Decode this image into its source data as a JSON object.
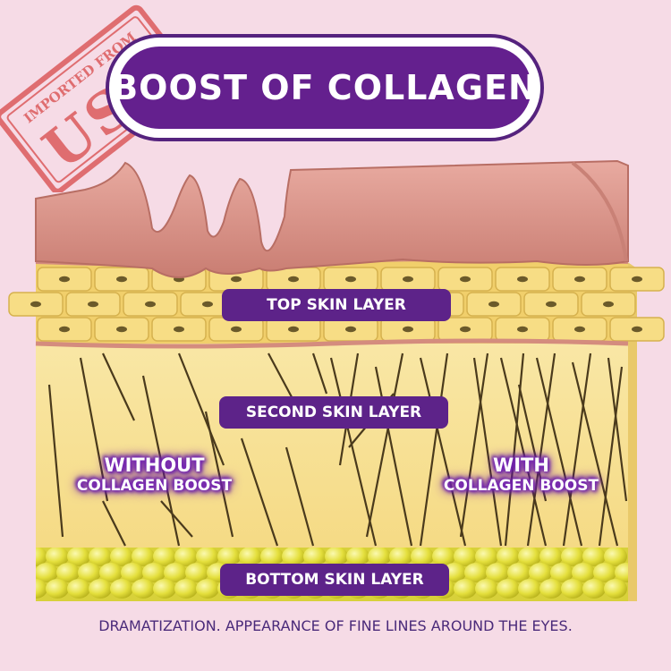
{
  "title": "BOOST OF COLLAGEN",
  "stamp": {
    "top_text": "IMPORTED FROM",
    "main_text": "USA"
  },
  "layers": {
    "top": "TOP SKIN LAYER",
    "second": "SECOND SKIN LAYER",
    "bottom": "BOTTOM SKIN LAYER"
  },
  "left_label": {
    "line1": "WITHOUT",
    "line2": "COLLAGEN BOOST"
  },
  "right_label": {
    "line1": "WITH",
    "line2": "COLLAGEN BOOST"
  },
  "caption": "DRAMATIZATION. APPEARANCE OF FINE LINES AROUND THE EYES.",
  "colors": {
    "background": "#f6dbe6",
    "title_fill": "#64208e",
    "label_fill": "#5d2389",
    "skin_surface": "#d9958a",
    "cell_layer": "#f3d67a",
    "dermis": "#f8e59e",
    "fat_cells": "#e6e04a",
    "fibers": "#4a3a1c",
    "stamp": "#d94f4f"
  }
}
